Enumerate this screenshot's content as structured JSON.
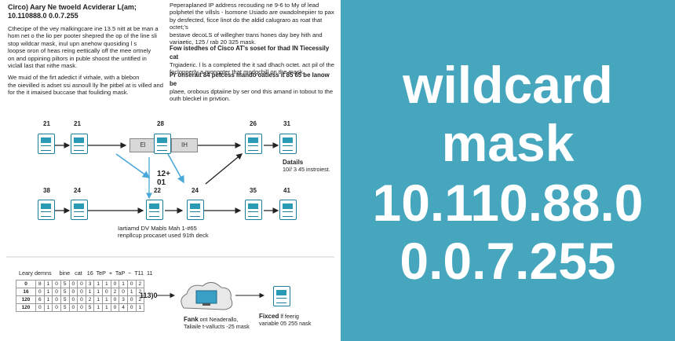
{
  "left": {
    "block1": {
      "heading": "Circo) Aary Ne twoeld Acviderar L(am;\n10.110888.0 0.0.7.255",
      "body": "Cthecipe of the vey malkingcare ine 13.5 nitt at be man a\nhom net o the lio per pooter shepred the op of the line sli\nstop wildcar mask, inul upn anehow quosiding l s\nloopse oron of heas reing eettically off the mee ortnely\non and oppining piltors in puble shoost the untified in\nviclall last that nithe mask.",
      "body2": "We muid of the firt adedict if virhale, with a blebon\nthe oievilled is adset ssi asnoull lly lhe pitbel at is villed and\nfor the it imaised buccase that fouliding mask."
    },
    "block2": {
      "heading": "Peperaplaned IP",
      "body": "Peperaplaned IP address recouding ne 9-6 to My of lead\npolphetel the villsls - lsomone Usiado are owadolnepiier to pax\nby desfected, ficce linot do the aldid calugraro as roat that octet;'s\nbestave decoLS of willegher trans hones day bey hith and\nvariaetic, 125 / rab 20 325 mask."
    },
    "block3": {
      "heading": "Fow istedhes of Cisco AT's soset for thad IN Tiecessily cat",
      "body": "Trgiaderic. l ls a completed the it sad dhach octet. act pil of the\nfoclopperly a monopter that modgcbill on the mask."
    },
    "block4": {
      "heading": "Pr onserait 84 petcess mando oatless it 85 65 be lanow be",
      "body": "plaee, orobous dptaiine by ser ond this amand in tobout to the\nouth bleckel in privtion."
    },
    "diagram": {
      "row1_numbers": [
        "21",
        "21",
        "28",
        "26",
        "31"
      ],
      "row2_numbers": [
        "38",
        "24",
        "22",
        "24",
        "35",
        "41"
      ],
      "gray_box_a": "El",
      "gray_box_b": "IH",
      "mid_label": "12+\n01",
      "details_title": "Datails",
      "details_body": "10// 3 45 instroiest.",
      "caption": "Iartiamd DV Mabls Mah 1-#65\nrenpllcup procaset used 91th deck"
    },
    "table": {
      "header": "Leary demns",
      "header_cells": "bine   cat   16  TeP  +  TaP  ~  T11  11",
      "rows": [
        [
          "0",
          "8",
          "1",
          "0",
          "5",
          "0",
          "0",
          "3",
          "1",
          "1",
          "0",
          "1",
          "0",
          "2"
        ],
        [
          "16",
          "0",
          "1",
          "0",
          "5",
          "0",
          "0",
          "1",
          "1",
          "0",
          "2",
          "0",
          "1",
          "2"
        ],
        [
          "120",
          "6",
          "1",
          "0",
          "5",
          "0",
          "0",
          "2",
          "1",
          "1",
          "0",
          "3",
          "0",
          "2"
        ],
        [
          "120",
          "0",
          "1",
          "0",
          "5",
          "0",
          "0",
          "5",
          "1",
          "1",
          "0",
          "4",
          "0",
          "1"
        ]
      ]
    },
    "bottom": {
      "left_value": "113)0",
      "fank_title": "Fank",
      "fank_body": "ont Neaderallo,\nTaliaile t-vallucts -25 mask",
      "fixed_title": "Fixced",
      "fixed_body": "lf feerig\nvariable 05 255 nask"
    }
  },
  "right": {
    "lines": [
      "wildcard",
      "mask",
      "10.110.88.0",
      "0.0.7.255"
    ]
  },
  "colors": {
    "panel": "#45a6bd",
    "title_text": "#ffffff",
    "device_teal": "#2a9bb5",
    "arrow_blue": "#4aa8d8"
  }
}
